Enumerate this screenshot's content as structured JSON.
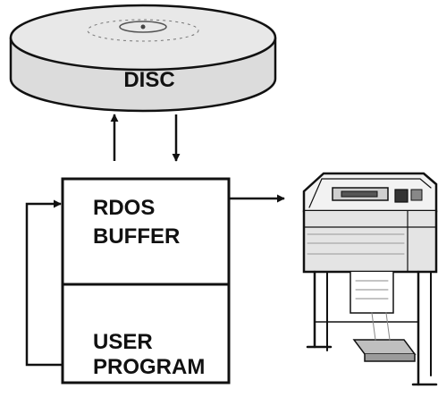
{
  "disc": {
    "label": "DISC"
  },
  "memory": {
    "buffer_label_line1": "RDOS",
    "buffer_label_line2": "BUFFER",
    "program_label_line1": "USER",
    "program_label_line2": "PROGRAM"
  },
  "colors": {
    "ink": "#111111",
    "paper": "#ffffff",
    "shade": "#d9d9d9"
  },
  "icons": {
    "disc": "disc-icon",
    "printer": "line-printer-icon"
  }
}
